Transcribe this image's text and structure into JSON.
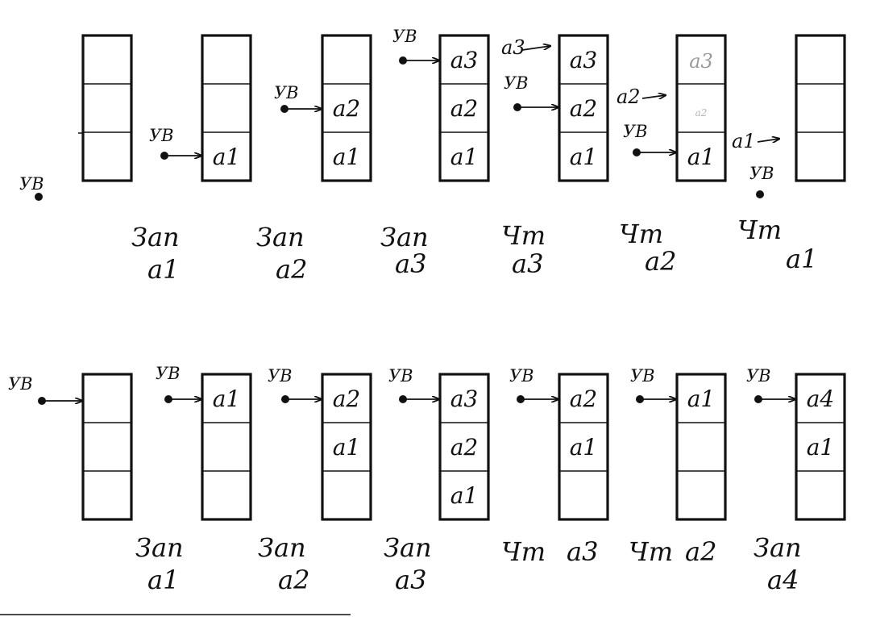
{
  "pointer_label": "УВ",
  "colors": {
    "ink": "#111111",
    "paper": "#ffffff"
  },
  "rows": [
    {
      "name": "top",
      "stacks": [
        {
          "cells": [
            "",
            "",
            ""
          ],
          "pointer": "УВ",
          "caption": [
            "",
            ""
          ]
        },
        {
          "cells": [
            "",
            "",
            "a1"
          ],
          "pointer": "УВ",
          "caption": [
            "Зап",
            "a1"
          ]
        },
        {
          "cells": [
            "",
            "a2",
            "a1"
          ],
          "pointer": "УВ",
          "caption": [
            "Зап",
            "a2"
          ]
        },
        {
          "cells": [
            "a3",
            "a2",
            "a1"
          ],
          "pointer": "УВ",
          "caption": [
            "Зап",
            "a3"
          ]
        },
        {
          "cells": [
            "a3",
            "a2",
            "a1"
          ],
          "pointer": "УВ",
          "out_label": "a3",
          "caption": [
            "Чт",
            "a3"
          ]
        },
        {
          "cells": [
            "a3",
            "a2",
            "a1"
          ],
          "pointer": "УВ",
          "out_label": "a2",
          "caption": [
            "Чт",
            "a2"
          ]
        },
        {
          "cells": [
            "",
            "",
            ""
          ],
          "pointer": "УВ",
          "out_label": "a1",
          "caption": [
            "Чт",
            "a1"
          ]
        }
      ]
    },
    {
      "name": "bottom",
      "stacks": [
        {
          "cells": [
            "",
            "",
            ""
          ],
          "pointer": "УВ",
          "caption": [
            "",
            ""
          ]
        },
        {
          "cells": [
            "a1",
            "",
            ""
          ],
          "pointer": "УВ",
          "caption": [
            "Зап",
            "a1"
          ]
        },
        {
          "cells": [
            "a2",
            "a1",
            ""
          ],
          "pointer": "УВ",
          "caption": [
            "Зап",
            "a2"
          ]
        },
        {
          "cells": [
            "a3",
            "a2",
            "a1"
          ],
          "pointer": "УВ",
          "caption": [
            "Зап",
            "a3"
          ]
        },
        {
          "cells": [
            "a2",
            "a1",
            ""
          ],
          "pointer": "УВ",
          "caption": [
            "Чт",
            "a3"
          ]
        },
        {
          "cells": [
            "a1",
            "",
            ""
          ],
          "pointer": "УВ",
          "caption": [
            "Чт",
            "a2"
          ]
        },
        {
          "cells": [
            "a4",
            "a1",
            ""
          ],
          "pointer": "УВ",
          "caption": [
            "Зап",
            "a4"
          ]
        }
      ]
    }
  ]
}
